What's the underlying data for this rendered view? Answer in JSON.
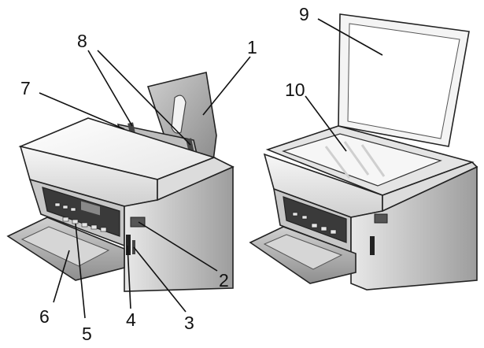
{
  "callouts": {
    "c1": "1",
    "c2": "2",
    "c3": "3",
    "c4": "4",
    "c5": "5",
    "c6": "6",
    "c7": "7",
    "c8": "8",
    "c9": "9",
    "c10": "10"
  },
  "colors": {
    "line": "#222222",
    "body_light": "#f4f4f4",
    "body_mid": "#d9d9d9",
    "body_dark": "#9a9a9a",
    "panel_dark": "#3a3a3a"
  }
}
